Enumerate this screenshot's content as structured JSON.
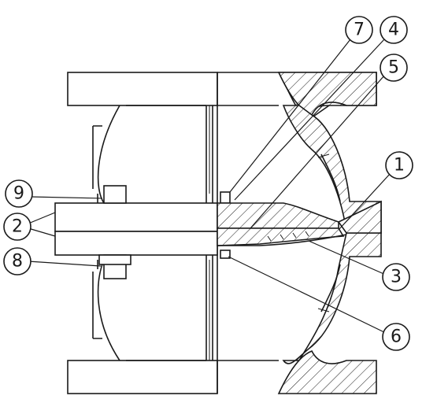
{
  "callouts": [
    {
      "id": "c7",
      "label": "7"
    },
    {
      "id": "c4",
      "label": "4"
    },
    {
      "id": "c5",
      "label": "5"
    },
    {
      "id": "c1",
      "label": "1"
    },
    {
      "id": "c9",
      "label": "9"
    },
    {
      "id": "c2",
      "label": "2"
    },
    {
      "id": "c8",
      "label": "8"
    },
    {
      "id": "c3",
      "label": "3"
    },
    {
      "id": "c6",
      "label": "6"
    }
  ],
  "colors": {
    "line": "#1a1a1a",
    "background": "#ffffff"
  }
}
